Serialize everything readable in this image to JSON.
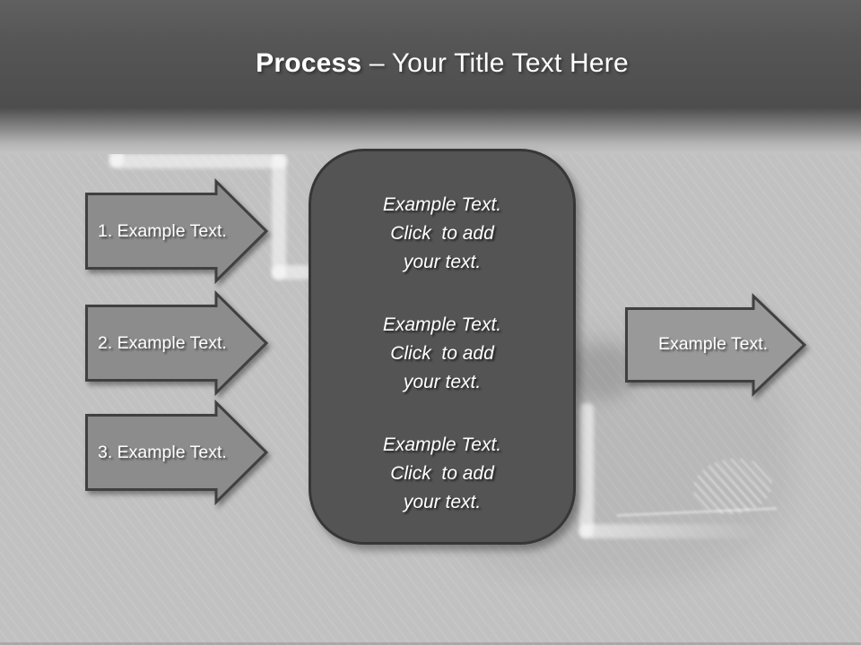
{
  "slide": {
    "title": {
      "bold": "Process",
      "rest": " – Your Title Text Here"
    },
    "left_arrows": [
      {
        "label": "1. Example Text."
      },
      {
        "label": "2. Example Text."
      },
      {
        "label": "3. Example Text."
      }
    ],
    "center_box": {
      "paragraphs": [
        "Example Text.\nClick  to add\nyour text.",
        "Example Text.\nClick  to add\nyour text.",
        "Example Text.\nClick  to add\nyour text."
      ]
    },
    "right_arrow": {
      "label": "Example Text."
    },
    "colors": {
      "header_top": "#606060",
      "header_dark": "#4d4d4d",
      "background": "#c3c3c3",
      "arrow_fill": "#8c8c8c",
      "arrow_fill_right": "#999999",
      "arrow_border": "#404040",
      "box_fill": "#545454",
      "box_border": "#373737",
      "text_light": "#ffffff"
    }
  }
}
